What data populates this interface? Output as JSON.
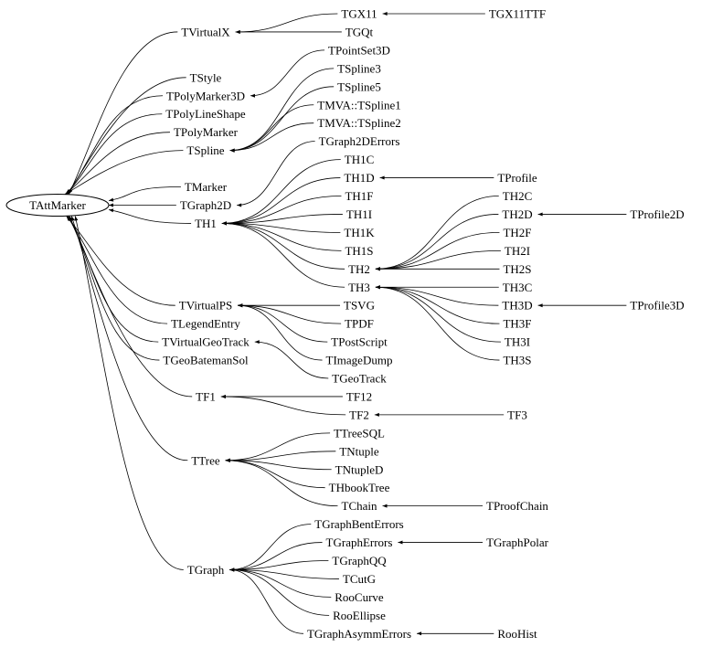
{
  "diagram": {
    "title": "TAttMarker inheritance graph",
    "root": {
      "id": "TAttMarker",
      "label": "TAttMarker"
    },
    "nodes": [
      {
        "id": "TAttMarker",
        "label": "TAttMarker",
        "shape": "ellipse",
        "col": 0,
        "row": 11.0
      },
      {
        "id": "TVirtualX",
        "label": "TVirtualX",
        "col": 1,
        "row": 1.5
      },
      {
        "id": "TStyle",
        "label": "TStyle",
        "col": 1,
        "row": 4
      },
      {
        "id": "TPolyMarker3D",
        "label": "TPolyMarker3D",
        "col": 1,
        "row": 5
      },
      {
        "id": "TPolyLineShape",
        "label": "TPolyLineShape",
        "col": 1,
        "row": 6
      },
      {
        "id": "TPolyMarker",
        "label": "TPolyMarker",
        "col": 1,
        "row": 7
      },
      {
        "id": "TSpline",
        "label": "TSpline",
        "col": 1,
        "row": 8
      },
      {
        "id": "TMarker",
        "label": "TMarker",
        "col": 1,
        "row": 10
      },
      {
        "id": "TGraph2D",
        "label": "TGraph2D",
        "col": 1,
        "row": 11
      },
      {
        "id": "TH1",
        "label": "TH1",
        "col": 1,
        "row": 12
      },
      {
        "id": "TVirtualPS",
        "label": "TVirtualPS",
        "col": 1,
        "row": 16.5
      },
      {
        "id": "TLegendEntry",
        "label": "TLegendEntry",
        "col": 1,
        "row": 17.5
      },
      {
        "id": "TVirtualGeoTrack",
        "label": "TVirtualGeoTrack",
        "col": 1,
        "row": 18.5
      },
      {
        "id": "TGeoBatemanSol",
        "label": "TGeoBatemanSol",
        "col": 1,
        "row": 19.5
      },
      {
        "id": "TF1",
        "label": "TF1",
        "col": 1,
        "row": 21.5
      },
      {
        "id": "TTree",
        "label": "TTree",
        "col": 1,
        "row": 25
      },
      {
        "id": "TGraph",
        "label": "TGraph",
        "col": 1,
        "row": 31
      },
      {
        "id": "TGX11",
        "label": "TGX11",
        "col": 2,
        "row": 0.5
      },
      {
        "id": "TGQt",
        "label": "TGQt",
        "col": 2,
        "row": 1.5
      },
      {
        "id": "TPointSet3D",
        "label": "TPointSet3D",
        "col": 2,
        "row": 2.5
      },
      {
        "id": "TSpline3",
        "label": "TSpline3",
        "col": 2,
        "row": 3.5
      },
      {
        "id": "TSpline5",
        "label": "TSpline5",
        "col": 2,
        "row": 4.5
      },
      {
        "id": "TMVA::TSpline1",
        "label": "TMVA::TSpline1",
        "col": 2,
        "row": 5.5
      },
      {
        "id": "TMVA::TSpline2",
        "label": "TMVA::TSpline2",
        "col": 2,
        "row": 6.5
      },
      {
        "id": "TGraph2DErrors",
        "label": "TGraph2DErrors",
        "col": 2,
        "row": 7.5
      },
      {
        "id": "TH1C",
        "label": "TH1C",
        "col": 2,
        "row": 8.5
      },
      {
        "id": "TH1D",
        "label": "TH1D",
        "col": 2,
        "row": 9.5
      },
      {
        "id": "TH1F",
        "label": "TH1F",
        "col": 2,
        "row": 10.5
      },
      {
        "id": "TH1I",
        "label": "TH1I",
        "col": 2,
        "row": 11.5
      },
      {
        "id": "TH1K",
        "label": "TH1K",
        "col": 2,
        "row": 12.5
      },
      {
        "id": "TH1S",
        "label": "TH1S",
        "col": 2,
        "row": 13.5
      },
      {
        "id": "TH2",
        "label": "TH2",
        "col": 2,
        "row": 14.5
      },
      {
        "id": "TH3",
        "label": "TH3",
        "col": 2,
        "row": 15.5
      },
      {
        "id": "TSVG",
        "label": "TSVG",
        "col": 2,
        "row": 16.5
      },
      {
        "id": "TPDF",
        "label": "TPDF",
        "col": 2,
        "row": 17.5
      },
      {
        "id": "TPostScript",
        "label": "TPostScript",
        "col": 2,
        "row": 18.5
      },
      {
        "id": "TImageDump",
        "label": "TImageDump",
        "col": 2,
        "row": 19.5
      },
      {
        "id": "TGeoTrack",
        "label": "TGeoTrack",
        "col": 2,
        "row": 20.5
      },
      {
        "id": "TF12",
        "label": "TF12",
        "col": 2,
        "row": 21.5
      },
      {
        "id": "TF2",
        "label": "TF2",
        "col": 2,
        "row": 22.5
      },
      {
        "id": "TTreeSQL",
        "label": "TTreeSQL",
        "col": 2,
        "row": 23.5
      },
      {
        "id": "TNtuple",
        "label": "TNtuple",
        "col": 2,
        "row": 24.5
      },
      {
        "id": "TNtupleD",
        "label": "TNtupleD",
        "col": 2,
        "row": 25.5
      },
      {
        "id": "THbookTree",
        "label": "THbookTree",
        "col": 2,
        "row": 26.5
      },
      {
        "id": "TChain",
        "label": "TChain",
        "col": 2,
        "row": 27.5
      },
      {
        "id": "TGraphBentErrors",
        "label": "TGraphBentErrors",
        "col": 2,
        "row": 28.5
      },
      {
        "id": "TGraphErrors",
        "label": "TGraphErrors",
        "col": 2,
        "row": 29.5
      },
      {
        "id": "TGraphQQ",
        "label": "TGraphQQ",
        "col": 2,
        "row": 30.5
      },
      {
        "id": "TCutG",
        "label": "TCutG",
        "col": 2,
        "row": 31.5
      },
      {
        "id": "RooCurve",
        "label": "RooCurve",
        "col": 2,
        "row": 32.5
      },
      {
        "id": "RooEllipse",
        "label": "RooEllipse",
        "col": 2,
        "row": 33.5
      },
      {
        "id": "TGraphAsymmErrors",
        "label": "TGraphAsymmErrors",
        "col": 2,
        "row": 34.5
      },
      {
        "id": "TGX11TTF",
        "label": "TGX11TTF",
        "col": 3,
        "row": 0.5
      },
      {
        "id": "TProfile",
        "label": "TProfile",
        "col": 3,
        "row": 9.5
      },
      {
        "id": "TH2C",
        "label": "TH2C",
        "col": 3,
        "row": 10.5
      },
      {
        "id": "TH2D",
        "label": "TH2D",
        "col": 3,
        "row": 11.5
      },
      {
        "id": "TH2F",
        "label": "TH2F",
        "col": 3,
        "row": 12.5
      },
      {
        "id": "TH2I",
        "label": "TH2I",
        "col": 3,
        "row": 13.5
      },
      {
        "id": "TH2S",
        "label": "TH2S",
        "col": 3,
        "row": 14.5
      },
      {
        "id": "TH3C",
        "label": "TH3C",
        "col": 3,
        "row": 15.5
      },
      {
        "id": "TH3D",
        "label": "TH3D",
        "col": 3,
        "row": 16.5
      },
      {
        "id": "TH3F",
        "label": "TH3F",
        "col": 3,
        "row": 17.5
      },
      {
        "id": "TH3I",
        "label": "TH3I",
        "col": 3,
        "row": 18.5
      },
      {
        "id": "TH3S",
        "label": "TH3S",
        "col": 3,
        "row": 19.5
      },
      {
        "id": "TF3",
        "label": "TF3",
        "col": 3,
        "row": 22.5
      },
      {
        "id": "TProofChain",
        "label": "TProofChain",
        "col": 3,
        "row": 27.5
      },
      {
        "id": "TGraphPolar",
        "label": "TGraphPolar",
        "col": 3,
        "row": 29.5
      },
      {
        "id": "RooHist",
        "label": "RooHist",
        "col": 3,
        "row": 34.5
      },
      {
        "id": "TProfile2D",
        "label": "TProfile2D",
        "col": 4,
        "row": 11.5
      },
      {
        "id": "TProfile3D",
        "label": "TProfile3D",
        "col": 4,
        "row": 16.5
      }
    ],
    "edges": [
      [
        "TVirtualX",
        "TAttMarker"
      ],
      [
        "TStyle",
        "TAttMarker"
      ],
      [
        "TPolyMarker3D",
        "TAttMarker"
      ],
      [
        "TPolyLineShape",
        "TAttMarker"
      ],
      [
        "TPolyMarker",
        "TAttMarker"
      ],
      [
        "TSpline",
        "TAttMarker"
      ],
      [
        "TMarker",
        "TAttMarker"
      ],
      [
        "TGraph2D",
        "TAttMarker"
      ],
      [
        "TH1",
        "TAttMarker"
      ],
      [
        "TVirtualPS",
        "TAttMarker"
      ],
      [
        "TLegendEntry",
        "TAttMarker"
      ],
      [
        "TVirtualGeoTrack",
        "TAttMarker"
      ],
      [
        "TGeoBatemanSol",
        "TAttMarker"
      ],
      [
        "TF1",
        "TAttMarker"
      ],
      [
        "TTree",
        "TAttMarker"
      ],
      [
        "TGraph",
        "TAttMarker"
      ],
      [
        "TGX11",
        "TVirtualX"
      ],
      [
        "TGQt",
        "TVirtualX"
      ],
      [
        "TPointSet3D",
        "TPolyMarker3D"
      ],
      [
        "TSpline3",
        "TSpline"
      ],
      [
        "TSpline5",
        "TSpline"
      ],
      [
        "TMVA::TSpline1",
        "TSpline"
      ],
      [
        "TMVA::TSpline2",
        "TSpline"
      ],
      [
        "TGraph2DErrors",
        "TGraph2D"
      ],
      [
        "TH1C",
        "TH1"
      ],
      [
        "TH1D",
        "TH1"
      ],
      [
        "TH1F",
        "TH1"
      ],
      [
        "TH1I",
        "TH1"
      ],
      [
        "TH1K",
        "TH1"
      ],
      [
        "TH1S",
        "TH1"
      ],
      [
        "TH2",
        "TH1"
      ],
      [
        "TH3",
        "TH1"
      ],
      [
        "TSVG",
        "TVirtualPS"
      ],
      [
        "TPDF",
        "TVirtualPS"
      ],
      [
        "TPostScript",
        "TVirtualPS"
      ],
      [
        "TImageDump",
        "TVirtualPS"
      ],
      [
        "TGeoTrack",
        "TVirtualGeoTrack"
      ],
      [
        "TF12",
        "TF1"
      ],
      [
        "TF2",
        "TF1"
      ],
      [
        "TTreeSQL",
        "TTree"
      ],
      [
        "TNtuple",
        "TTree"
      ],
      [
        "TNtupleD",
        "TTree"
      ],
      [
        "THbookTree",
        "TTree"
      ],
      [
        "TChain",
        "TTree"
      ],
      [
        "TGraphBentErrors",
        "TGraph"
      ],
      [
        "TGraphErrors",
        "TGraph"
      ],
      [
        "TGraphQQ",
        "TGraph"
      ],
      [
        "TCutG",
        "TGraph"
      ],
      [
        "RooCurve",
        "TGraph"
      ],
      [
        "RooEllipse",
        "TGraph"
      ],
      [
        "TGraphAsymmErrors",
        "TGraph"
      ],
      [
        "TGX11TTF",
        "TGX11"
      ],
      [
        "TProfile",
        "TH1D"
      ],
      [
        "TH2C",
        "TH2"
      ],
      [
        "TH2D",
        "TH2"
      ],
      [
        "TH2F",
        "TH2"
      ],
      [
        "TH2I",
        "TH2"
      ],
      [
        "TH2S",
        "TH2"
      ],
      [
        "TH3C",
        "TH3"
      ],
      [
        "TH3D",
        "TH3"
      ],
      [
        "TH3F",
        "TH3"
      ],
      [
        "TH3I",
        "TH3"
      ],
      [
        "TH3S",
        "TH3"
      ],
      [
        "TF3",
        "TF2"
      ],
      [
        "TProofChain",
        "TChain"
      ],
      [
        "TGraphPolar",
        "TGraphErrors"
      ],
      [
        "RooHist",
        "TGraphAsymmErrors"
      ],
      [
        "TProfile2D",
        "TH2D"
      ],
      [
        "TProfile3D",
        "TH3D"
      ]
    ]
  }
}
